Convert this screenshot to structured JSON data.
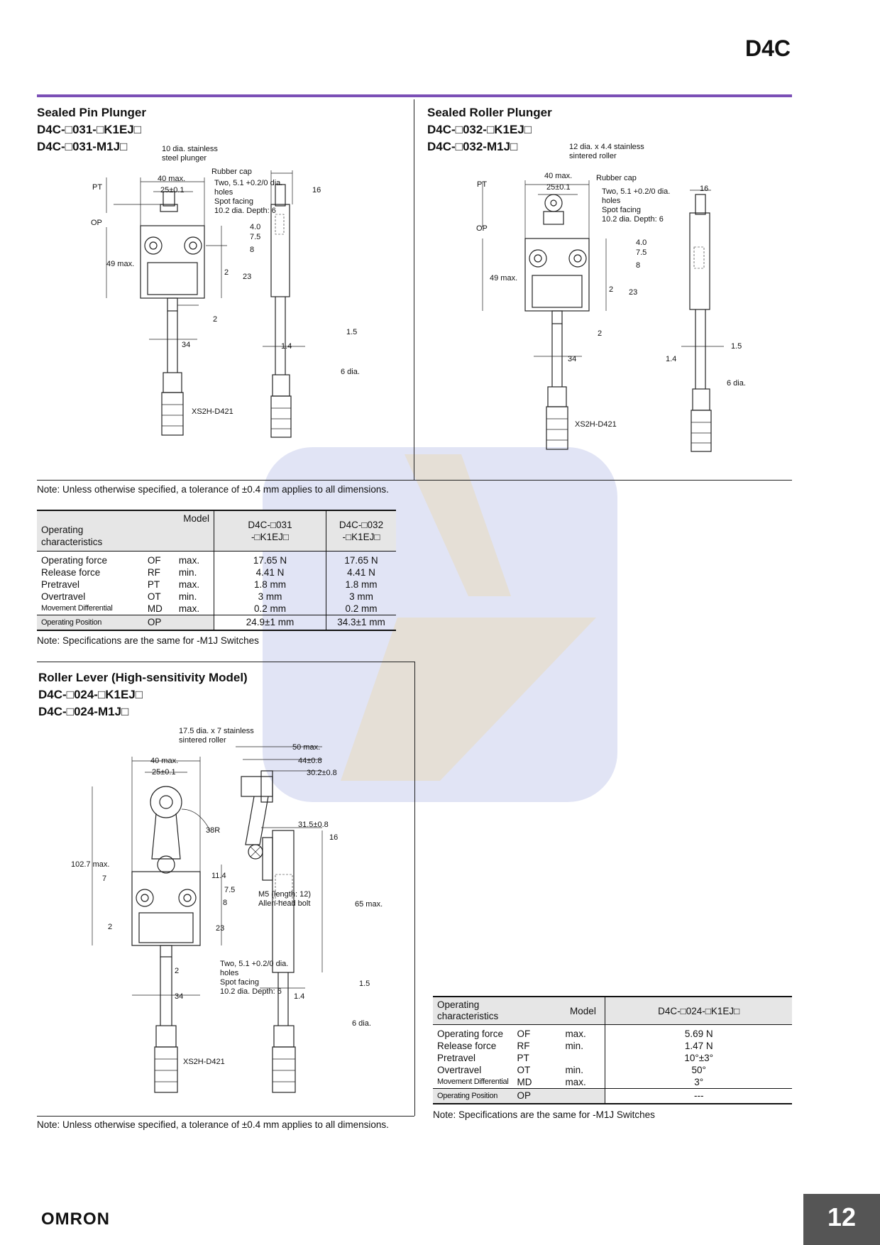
{
  "header": {
    "series": "D4C",
    "page_number": "12",
    "logo": "OMRON"
  },
  "pin": {
    "title": "Sealed Pin Plunger",
    "model1": "D4C-□031-□K1EJ□",
    "model2": "D4C-□031-M1J□",
    "labels": {
      "plunger": "10 dia. stainless\nsteel plunger",
      "cap": "Rubber cap",
      "holes": "Two, 5.1 +0.2/0 dia.\nholes\nSpot facing\n10.2 dia. Depth: 6",
      "pt": "PT",
      "op": "OP",
      "max40": "40 max.",
      "w25": "25±0.1",
      "w16": "16",
      "v4": "4.0",
      "v75": "7.5",
      "v8": "8",
      "v2a": "2",
      "v23": "23",
      "h49": "49 max.",
      "v2b": "2",
      "w34": "34",
      "v15": "1.5",
      "v14": "1.4",
      "dia6": "6 dia.",
      "conn": "XS2H-D421"
    },
    "note": "Note:  Unless otherwise specified, a tolerance of ±0.4 mm applies to all dimensions."
  },
  "roller": {
    "title": "Sealed Roller Plunger",
    "model1": "D4C-□032-□K1EJ□",
    "model2": "D4C-□032-M1J□",
    "labels": {
      "roller": "12 dia. x 4.4 stainless\nsintered roller",
      "cap": "Rubber cap",
      "holes": "Two, 5.1 +0.2/0 dia.\nholes\nSpot facing\n10.2 dia. Depth: 6",
      "pt": "PT",
      "op": "OP",
      "max40": "40 max.",
      "w25": "25±0.1",
      "w16": "16",
      "v4": "4.0",
      "v75": "7.5",
      "v8": "8",
      "v2a": "2",
      "v23": "23",
      "h49": "49 max.",
      "v2b": "2",
      "w34": "34",
      "v15": "1.5",
      "v14": "1.4",
      "dia6": "6 dia.",
      "conn": "XS2H-D421"
    }
  },
  "table1": {
    "model_label": "Model",
    "char_label": "Operating\ncharacteristics",
    "col1": "D4C-□031\n-□K1EJ□",
    "col2": "D4C-□032\n-□K1EJ□",
    "rows": [
      {
        "name": "Operating force",
        "abbr": "OF",
        "lim": "max.",
        "v1": "17.65 N",
        "v2": "17.65 N"
      },
      {
        "name": "Release force",
        "abbr": "RF",
        "lim": "min.",
        "v1": "4.41 N",
        "v2": "4.41 N"
      },
      {
        "name": "Pretravel",
        "abbr": "PT",
        "lim": "max.",
        "v1": "1.8 mm",
        "v2": "1.8 mm"
      },
      {
        "name": "Overtravel",
        "abbr": "OT",
        "lim": "min.",
        "v1": "3 mm",
        "v2": "3 mm"
      },
      {
        "name": "Movement Differential",
        "abbr": "MD",
        "lim": "max.",
        "v1": "0.2 mm",
        "v2": "0.2 mm"
      }
    ],
    "op_row": {
      "name": "Operating Position",
      "abbr": "OP",
      "v1": "24.9±1 mm",
      "v2": "34.3±1 mm"
    },
    "note": "Note:  Specifications are the same for -M1J Switches"
  },
  "lever": {
    "title": "Roller Lever (High-sensitivity Model)",
    "model1": "D4C-□024-□K1EJ□",
    "model2": "D4C-□024-M1J□",
    "labels": {
      "roller": "17.5 dia. x 7 stainless\nsintered roller",
      "max40": "40 max.",
      "w25": "25±0.1",
      "r38": "38R",
      "h1027": "102.7 max.",
      "v7": "7",
      "v114": "11.4",
      "v75": "7.5",
      "v8": "8",
      "v2": "2",
      "v23": "23",
      "v2b": "2",
      "w34": "34",
      "holes": "Two, 5.1 +0.2/0 dia.\nholes\nSpot facing\n10.2 dia. Depth: 6",
      "conn": "XS2H-D421",
      "max50": "50 max.",
      "w44": "44±0.8",
      "w302": "30.2±0.8",
      "w315": "31.5±0.8",
      "w16": "16",
      "bolt": "M5 (length: 12)\nAllen-head bolt",
      "h65": "65 max.",
      "v15": "1.5",
      "v14": "1.4",
      "dia6": "6 dia."
    },
    "note": "Note:  Unless otherwise specified, a tolerance of ±0.4 mm applies to all dimensions."
  },
  "table2": {
    "char_label": "Operating\ncharacteristics",
    "model_label": "Model",
    "col1": "D4C-□024-□K1EJ□",
    "rows": [
      {
        "name": "Operating force",
        "abbr": "OF",
        "lim": "max.",
        "v1": "5.69 N"
      },
      {
        "name": "Release force",
        "abbr": "RF",
        "lim": "min.",
        "v1": "1.47 N"
      },
      {
        "name": "Pretravel",
        "abbr": "PT",
        "lim": "",
        "v1": "10°±3°"
      },
      {
        "name": "Overtravel",
        "abbr": "OT",
        "lim": "min.",
        "v1": "50°"
      },
      {
        "name": "Movement Differential",
        "abbr": "MD",
        "lim": "max.",
        "v1": "3°"
      }
    ],
    "op_row": {
      "name": "Operating Position",
      "abbr": "OP",
      "v1": "---"
    },
    "note": "Note:  Specifications are the same for -M1J Switches"
  }
}
